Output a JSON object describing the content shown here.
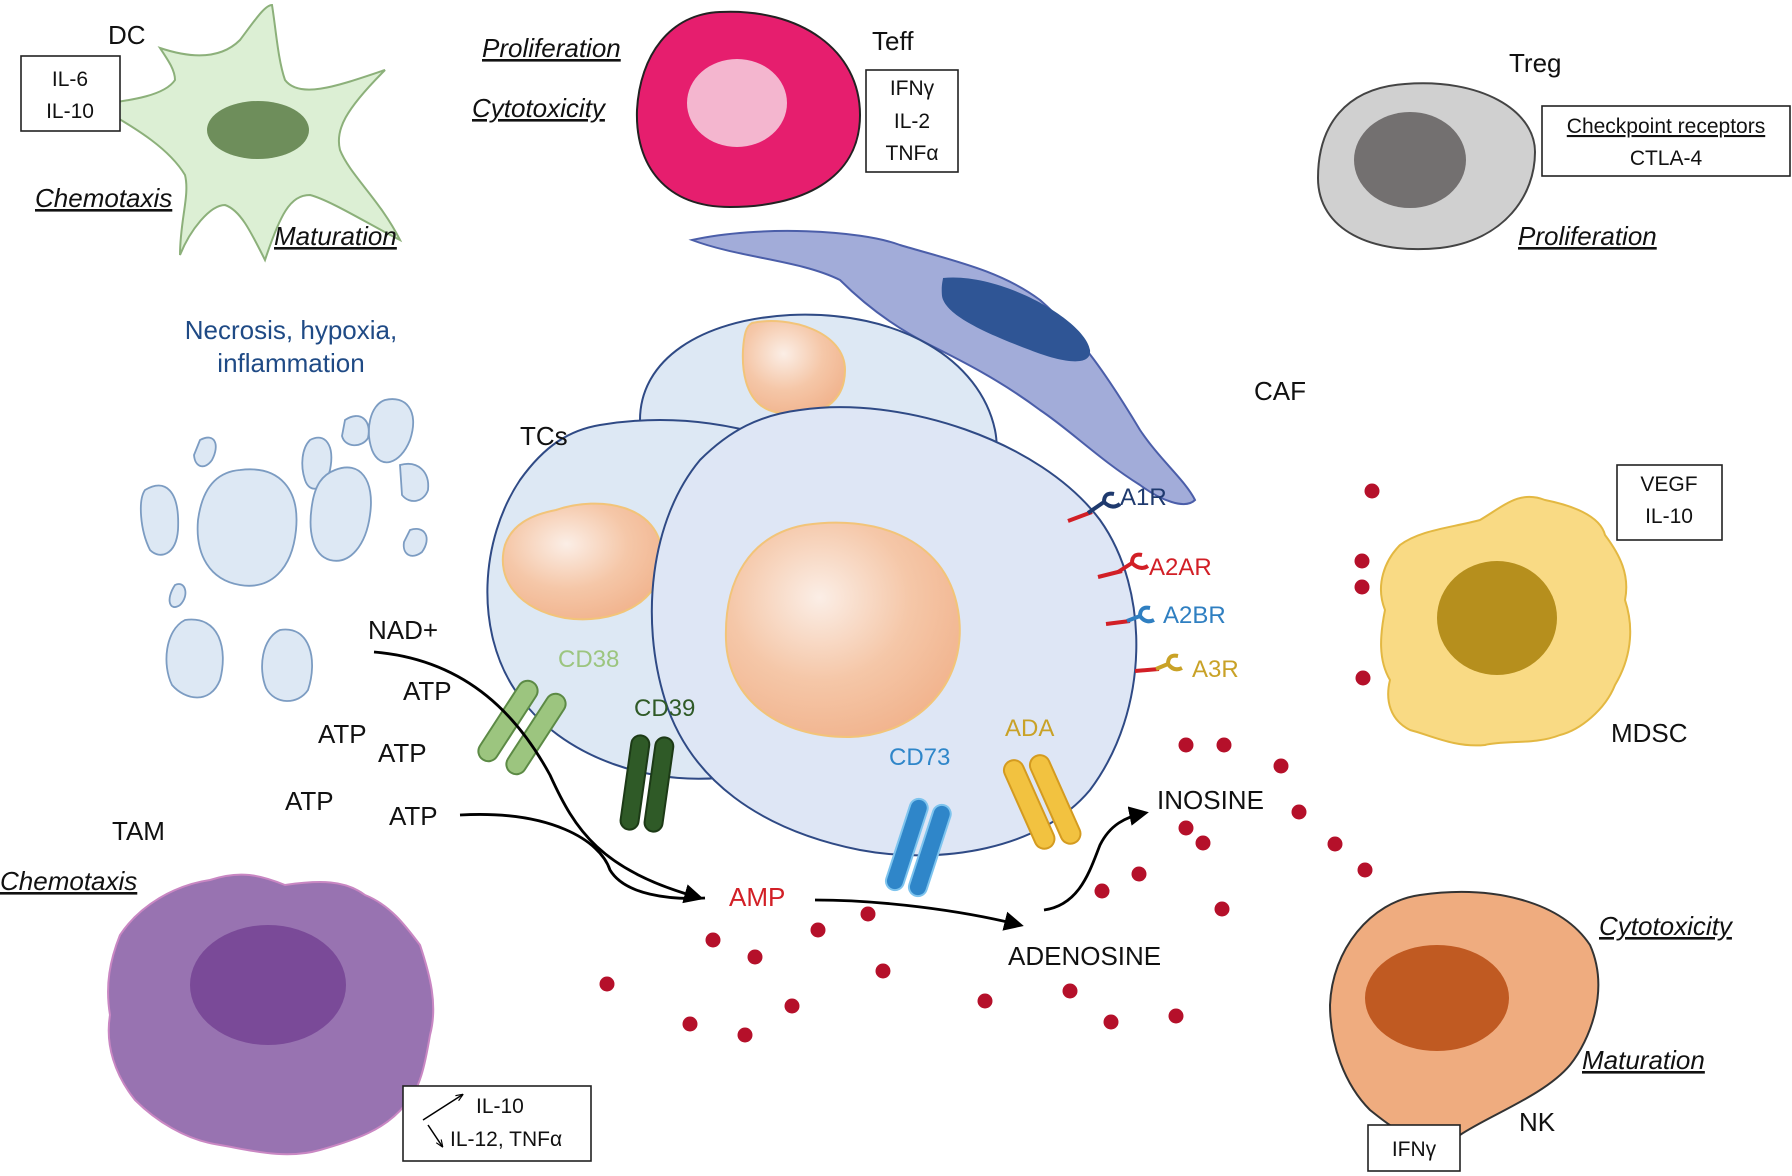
{
  "cells": {
    "dc": {
      "name": "DC",
      "box": [
        "IL-6",
        "IL-10"
      ],
      "labels": [
        "Chemotaxis",
        "Maturation"
      ],
      "color": "#dcefd4"
    },
    "teff": {
      "name": "Teff",
      "box": [
        "IFNγ",
        "IL-2",
        "TNFα"
      ],
      "labels": [
        "Proliferation",
        "Cytotoxicity"
      ],
      "color": "#e61e6e"
    },
    "treg": {
      "name": "Treg",
      "box": [
        "Checkpoint receptors",
        "CTLA-4"
      ],
      "labels": [
        "Proliferation"
      ],
      "color": "#d0d0d0"
    },
    "caf": {
      "name": "CAF",
      "color": "#a2acd9"
    },
    "tcs": {
      "name": "TCs",
      "color": "#dde8f4"
    },
    "mdsc": {
      "name": "MDSC",
      "box": [
        "VEGF",
        "IL-10"
      ],
      "color": "#f9da84"
    },
    "tam": {
      "name": "TAM",
      "box": [
        "IL-10",
        "IL-12, TNFα"
      ],
      "labels": [
        "Chemotaxis"
      ],
      "color": "#9873b1"
    },
    "nk": {
      "name": "NK",
      "box": [
        "IFNγ"
      ],
      "labels": [
        "Cytotoxicity",
        "Maturation"
      ],
      "color": "#efac7f"
    }
  },
  "necrosis_label": [
    "Necrosis, hypoxia,",
    "inflammation"
  ],
  "enzymes": {
    "cd38": "CD38",
    "cd39": "CD39",
    "cd73": "CD73",
    "ada": "ADA"
  },
  "receptors": {
    "a1r": "A1R",
    "a2ar": "A2AR",
    "a2br": "A2BR",
    "a3r": "A3R"
  },
  "metabolites": {
    "nad": "NAD+",
    "atp": [
      "ATP",
      "ATP",
      "ATP",
      "ATP",
      "ATP"
    ],
    "amp": "AMP",
    "adenosine": "ADENOSINE",
    "inosine": "INOSINE"
  },
  "colors": {
    "cd38": "#9cc57f",
    "cd39": "#2f5a27",
    "cd73": "#2f86c9",
    "ada": "#f2c240",
    "a1r": "#1f3a6e",
    "a2ar": "#d21f26",
    "a2br": "#2f7fc1",
    "a3r": "#c9a227",
    "amp": "#d21f26",
    "adenosine_dot": "#b5102a",
    "necrosis": "#dde8f4",
    "label_blue": "#1f4a85"
  }
}
